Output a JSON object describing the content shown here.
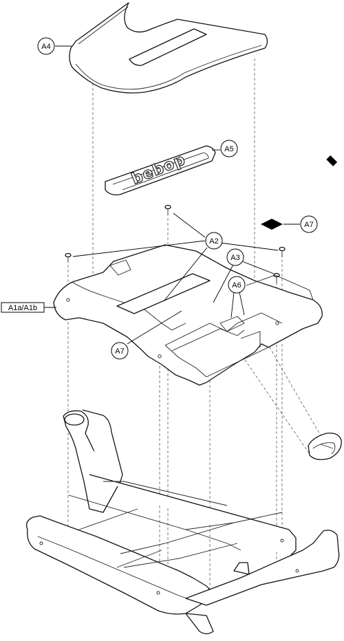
{
  "callouts": {
    "a4": "A4",
    "a5": "A5",
    "a7_top": "A7",
    "a2": "A2",
    "a3": "A3",
    "a6": "A6",
    "a1": "A1a/A1b",
    "a7_bottom": "A7"
  },
  "logo": {
    "text": "bebop"
  }
}
